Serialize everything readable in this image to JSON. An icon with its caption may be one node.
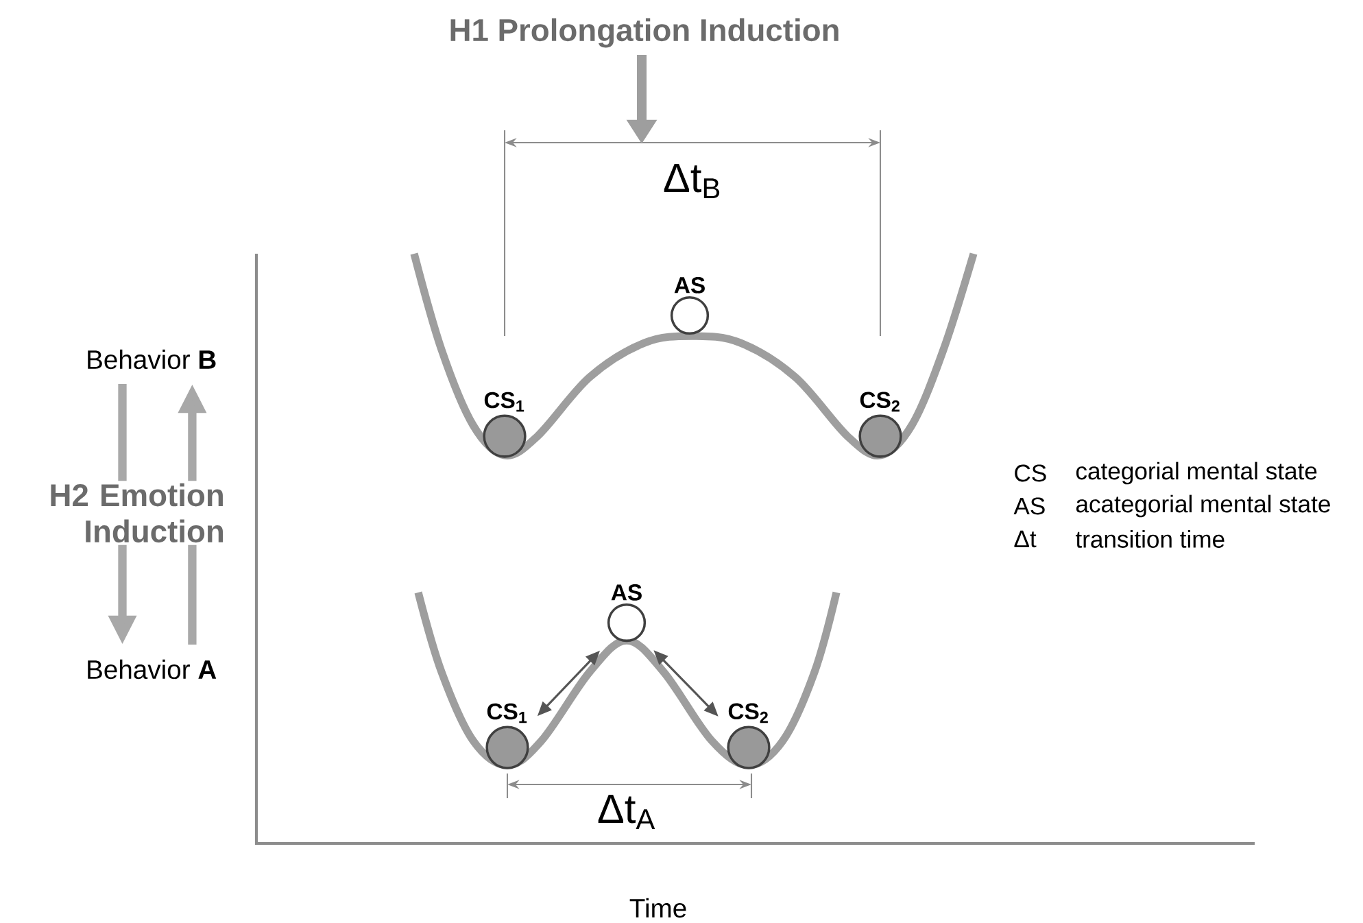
{
  "diagram": {
    "nodes": [
      {
        "text": [
          "CS$_{1}$"
        ]
      },
      {
        "text": [
          "AS"
        ]
      },
      {
        "text": [
          "CS$_{2}$"
        ]
      },
      {
        "text": [
          "CS$_{1}$"
        ]
      },
      {
        "text": [
          "AS"
        ]
      },
      {
        "text": [
          "CS$_{2}$"
        ]
      },
      {
        "text": [
          "Behavior **B**"
        ]
      },
      {
        "text": [
          "Behavior **A**"
        ]
      }
    ],
    "edges": [
      {
        "from": 3,
        "to": 4,
        "arrow": "both"
      },
      {
        "from": 4,
        "to": 5,
        "arrow": "both"
      },
      {
        "from": 6,
        "to": 7,
        "arrow": "to",
        "style": "thick",
        "color": "#a8a8a8"
      },
      {
        "from": 7,
        "to": 6,
        "arrow": "to",
        "style": "thick",
        "color": "#a8a8a8"
      }
    ],
    "labels": [
      "H1 Prolongation Induction",
      "Δt$_{B}$",
      "H2 Emotion Induction",
      "CS",
      "categorial mental state",
      "AS",
      "acategorial mental state",
      "Δt",
      "transition time",
      "Δt$_{A}$",
      "Time"
    ]
  }
}
